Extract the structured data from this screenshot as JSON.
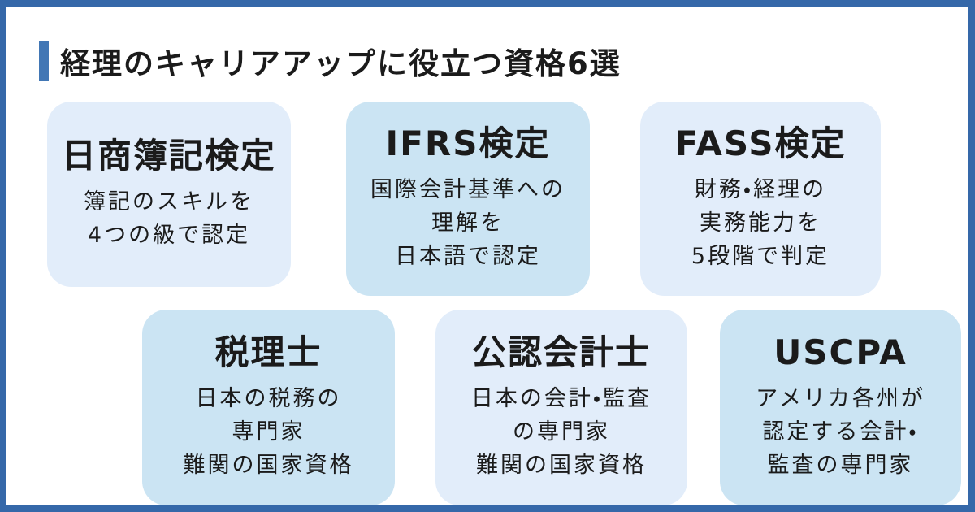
{
  "page": {
    "title": "経理のキャリアアップに役立つ資格6選"
  },
  "colors": {
    "frame_border": "#3568a9",
    "accent_bar": "#4277b5",
    "card_light": "#e2edfa",
    "card_dark": "#cbe4f3",
    "text": "#1b1b1b"
  },
  "cards": [
    {
      "title": "日商簿記検定",
      "variant": "light",
      "body": [
        "簿記のスキルを",
        "4つの級で認定"
      ]
    },
    {
      "title": "IFRS検定",
      "variant": "dark",
      "body": [
        "国際会計基準への",
        "理解を",
        "日本語で認定"
      ]
    },
    {
      "title": "FASS検定",
      "variant": "light",
      "body": [
        "財務・経理の",
        "実務能力を",
        "5段階で判定"
      ]
    },
    {
      "title": "税理士",
      "variant": "dark",
      "body": [
        "日本の税務の",
        "専門家",
        "難関の国家資格"
      ]
    },
    {
      "title": "公認会計士",
      "variant": "light",
      "body": [
        "日本の会計・監査",
        "の専門家",
        "難関の国家資格"
      ]
    },
    {
      "title": "USCPA",
      "variant": "dark",
      "body": [
        "アメリカ各州が",
        "認定する会計・",
        "監査の専門家"
      ]
    }
  ]
}
